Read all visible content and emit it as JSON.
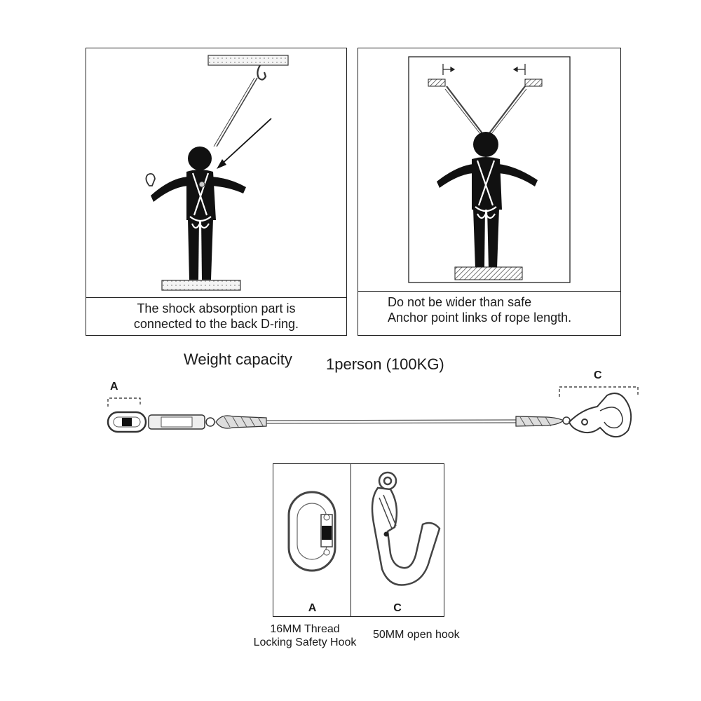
{
  "panels": {
    "left": {
      "caption_line1": "The shock absorption part is",
      "caption_line2": "connected to the back D-ring."
    },
    "right": {
      "caption_line1": "Do not be wider than safe",
      "caption_line2": "Anchor point links of rope length."
    }
  },
  "weight": {
    "label": "Weight capacity",
    "value": "1person (100KG)"
  },
  "lanyard": {
    "label_a": "A",
    "label_c": "C"
  },
  "details": {
    "a": {
      "letter": "A",
      "caption_line1": "16MM Thread",
      "caption_line2": "Locking Safety Hook"
    },
    "c": {
      "letter": "C",
      "caption": "50MM open hook"
    }
  }
}
